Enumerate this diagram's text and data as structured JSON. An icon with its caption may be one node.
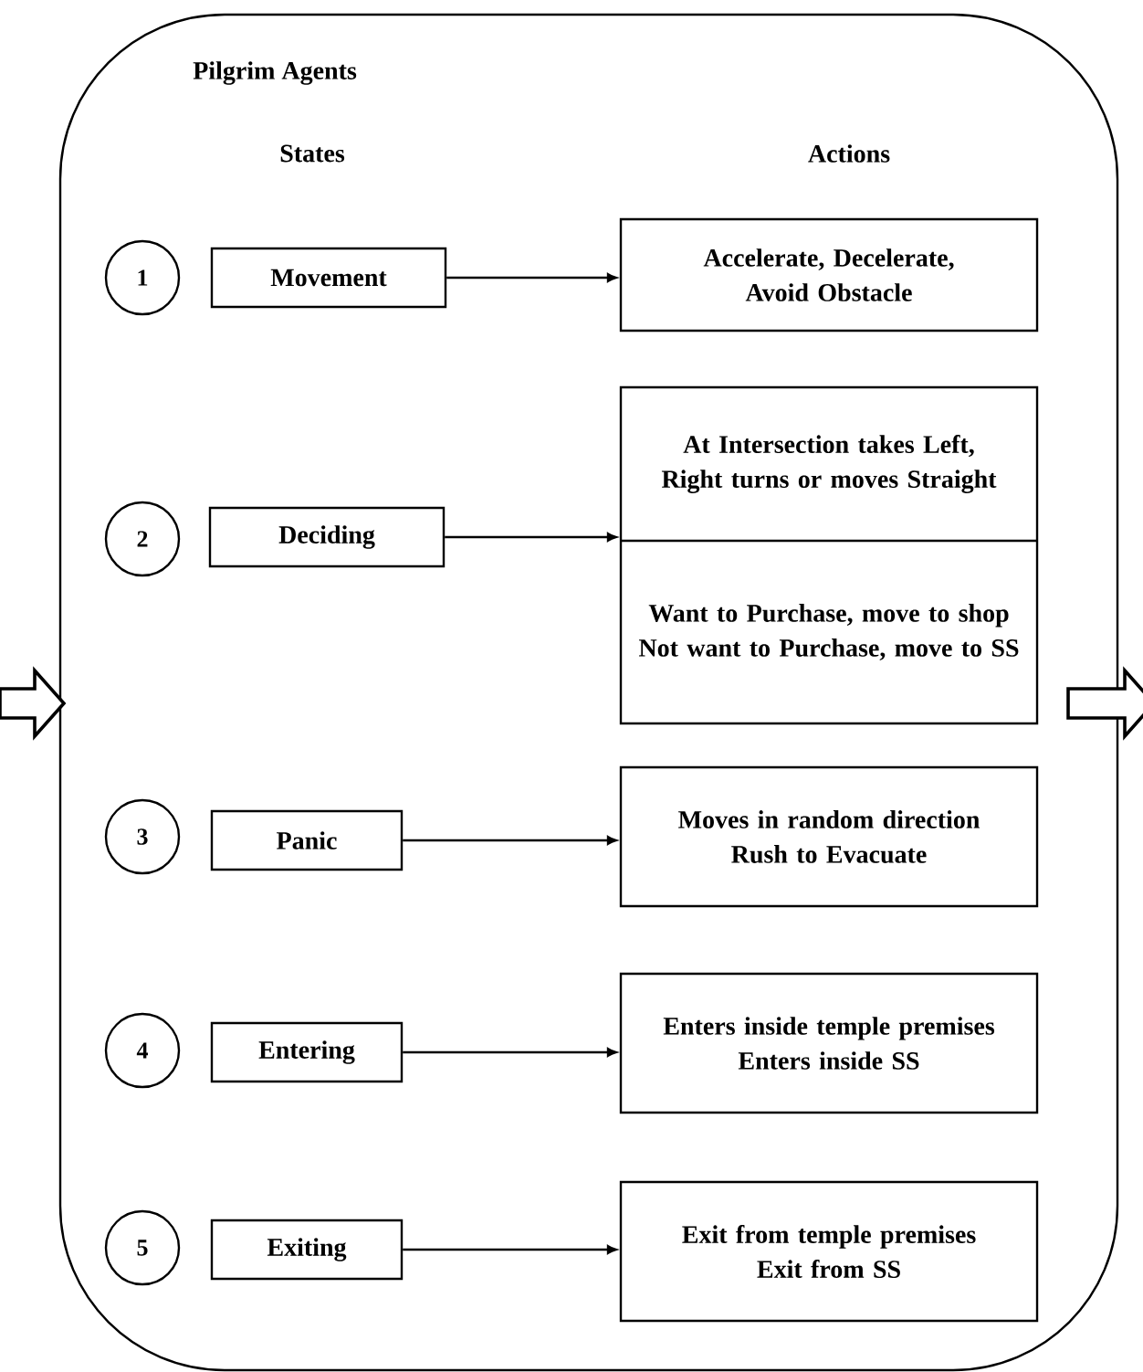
{
  "diagram": {
    "nodes": [
      {
        "text": [
          "Pilgrim Agents"
        ]
      },
      {
        "text": [
          "1"
        ],
        "in": 0
      },
      {
        "text": [
          "Movement"
        ],
        "in": 0
      },
      {
        "text": [
          "Accelerate, Decelerate, Avoid Obstacle"
        ],
        "in": 0
      },
      {
        "text": [
          "2"
        ],
        "in": 0
      },
      {
        "text": [
          "Deciding"
        ],
        "in": 0
      },
      {
        "text": [
          "At Intersection takes Left, Right turns or moves Straight",
          "Want to Purchase, move to shop",
          "Not want to Purchase, move to SS"
        ],
        "in": 0
      },
      {
        "text": [
          "3"
        ],
        "in": 0
      },
      {
        "text": [
          "Panic"
        ],
        "in": 0
      },
      {
        "text": [
          "Moves in random direction",
          "Rush to Evacuate"
        ],
        "in": 0
      },
      {
        "text": [
          "4"
        ],
        "in": 0
      },
      {
        "text": [
          "Entering"
        ],
        "in": 0
      },
      {
        "text": [
          "Enters inside temple premises",
          "Enters inside SS"
        ],
        "in": 0
      },
      {
        "text": [
          "5"
        ],
        "in": 0
      },
      {
        "text": [
          "Exiting"
        ],
        "in": 0
      },
      {
        "text": [
          "Exit from temple premises",
          "Exit from SS"
        ],
        "in": 0
      }
    ],
    "edges": [
      {
        "from": 2,
        "to": 3,
        "arrow": "to"
      },
      {
        "from": 5,
        "to": 6,
        "arrow": "to"
      },
      {
        "from": 8,
        "to": 9,
        "arrow": "to"
      },
      {
        "from": 11,
        "to": 12,
        "arrow": "to"
      },
      {
        "from": 14,
        "to": 15,
        "arrow": "to"
      },
      {
        "from": null,
        "to": 0,
        "arrow": "to",
        "style": "thick"
      },
      {
        "from": 0,
        "to": null,
        "arrow": "to",
        "style": "thick"
      }
    ],
    "labels": [
      "States",
      "Actions"
    ]
  }
}
